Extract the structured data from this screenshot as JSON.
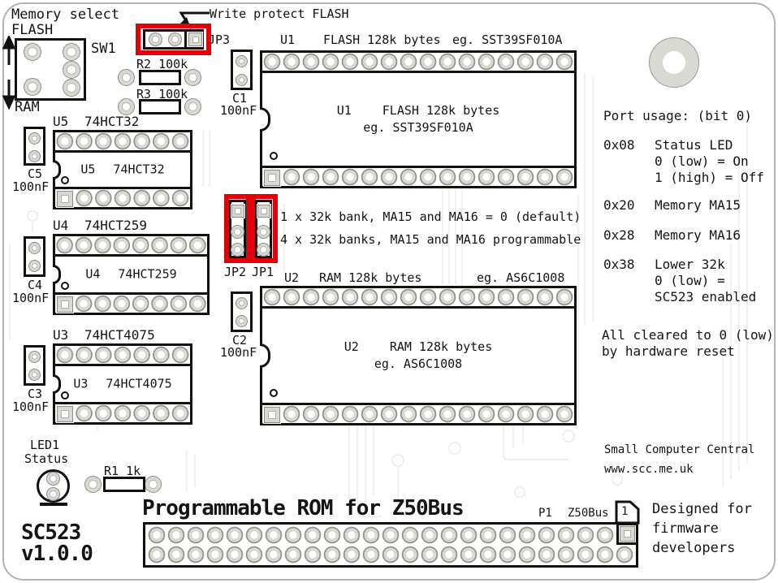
{
  "board": {
    "name": "SC523",
    "version": "v1.0.0",
    "title": "Programmable ROM for Z50Bus"
  },
  "memory_select": {
    "label": "Memory select",
    "flash": "FLASH",
    "ram": "RAM",
    "switch_ref": "SW1"
  },
  "write_protect": {
    "label": "Write protect FLASH",
    "jumper_ref": "JP3"
  },
  "resistors": {
    "r1": "R1 1k",
    "r2": "R2 100k",
    "r3": "R3 100k"
  },
  "capacitors": {
    "c1": "C1",
    "c2": "C2",
    "c3": "C3",
    "c4": "C4",
    "c5": "C5",
    "value": "100nF"
  },
  "chips": {
    "u1": {
      "ref": "U1",
      "desc": "FLASH 128k bytes",
      "example": "eg. SST39SF010A"
    },
    "u2": {
      "ref": "U2",
      "desc": "RAM 128k bytes",
      "example": "eg. AS6C1008"
    },
    "u3": {
      "ref": "U3",
      "part": "74HCT4075"
    },
    "u4": {
      "ref": "U4",
      "part": "74HCT259"
    },
    "u5": {
      "ref": "U5",
      "part": "74HCT32"
    }
  },
  "jumpers": {
    "jp1": "JP1",
    "jp2": "JP2",
    "options": [
      "1 x 32k bank, MA15 and MA16 = 0 (default)",
      "4 x 32k banks, MA15 and MA16 programmable"
    ]
  },
  "led": {
    "ref": "LED1",
    "label": "Status"
  },
  "port_usage": {
    "title": "Port usage: (bit 0)",
    "entries": [
      {
        "addr": "0x08",
        "lines": [
          "Status LED",
          "0 (low) = On",
          "1 (high) = Off"
        ]
      },
      {
        "addr": "0x20",
        "lines": [
          "Memory MA15"
        ]
      },
      {
        "addr": "0x28",
        "lines": [
          "Memory MA16"
        ]
      },
      {
        "addr": "0x38",
        "lines": [
          "Lower 32k",
          "0 (low) =",
          "SC523 enabled"
        ]
      }
    ],
    "footer": [
      "All cleared to 0 (low)",
      "by hardware reset"
    ]
  },
  "connector": {
    "ref": "P1",
    "bus": "Z50Bus",
    "pin1": "1"
  },
  "branding": {
    "company": "Small Computer Central",
    "website": "www.scc.me.uk",
    "tagline": [
      "Designed for",
      "firmware",
      "developers"
    ]
  },
  "colors": {
    "highlight": "#e40009",
    "silkscreen": "#141414",
    "pad_fill": "#d9d9d3",
    "pad_outline": "#8f8f88"
  }
}
